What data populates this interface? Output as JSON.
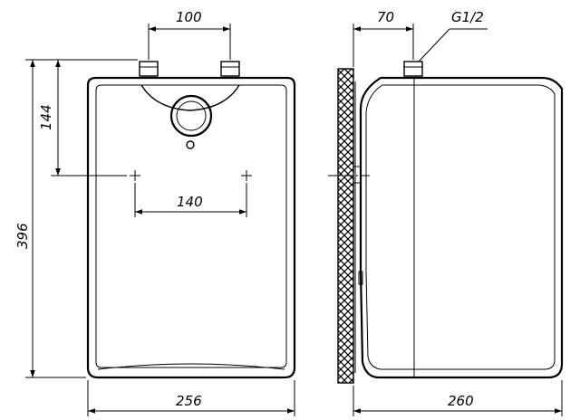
{
  "dimensions": {
    "inlet_spacing": "100",
    "wall_offset": "70",
    "thread": "G1/2",
    "fixing_height": "144",
    "fixing_spacing": "140",
    "total_height": "396",
    "front_width": "256",
    "side_depth": "260"
  }
}
